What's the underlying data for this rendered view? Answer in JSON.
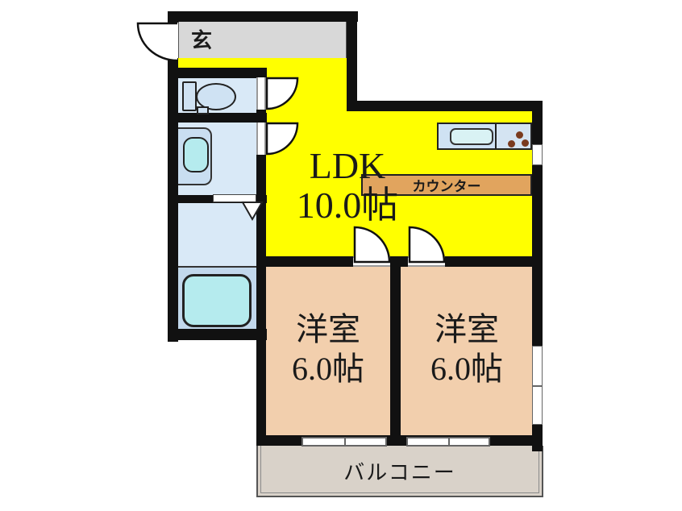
{
  "floor_plan": {
    "entrance": {
      "label": "玄"
    },
    "ldk": {
      "label": "LDK",
      "size": "10.0帖"
    },
    "counter": {
      "label": "カウンター"
    },
    "kitchen": {
      "burner_count": 3
    },
    "bedroom_left": {
      "label": "洋室",
      "size": "6.0帖"
    },
    "bedroom_right": {
      "label": "洋室",
      "size": "6.0帖"
    },
    "balcony": {
      "label": "バルコニー"
    }
  },
  "colors": {
    "ldk_yellow": "#ffff00",
    "bedroom_tan": "#f2cfad",
    "entrance_gray": "#d8d8d8",
    "balcony_gray": "#d9d2c9",
    "counter_orange": "#e1a45e",
    "sanitary_blue": "#d9e9f7",
    "bath_blue": "#c2d8ec",
    "water_cyan": "#b5ebee",
    "kitchen_blue": "#cfe2f3",
    "burner_brown": "#7a3b1e",
    "wall_black": "#111111"
  }
}
